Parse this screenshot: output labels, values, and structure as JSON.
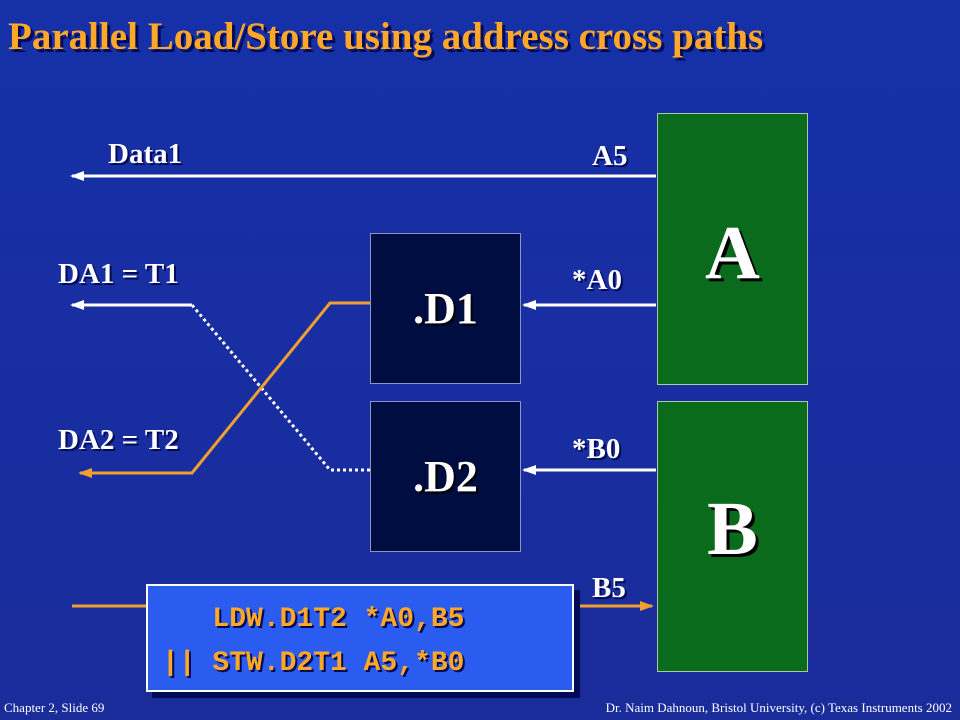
{
  "title": "Parallel Load/Store using address cross paths",
  "labels": {
    "data1": "Data1",
    "da1": "DA1 = T1",
    "da2": "DA2 = T2",
    "a5": "A5",
    "a0": "*A0",
    "b0": "*B0",
    "b5": "B5"
  },
  "units": {
    "d1": ".D1",
    "d2": ".D2"
  },
  "register_files": {
    "a": "A",
    "b": "B"
  },
  "code": {
    "line1": "   LDW.D1T2 *A0,B5",
    "line2": "|| STW.D2T1 A5,*B0"
  },
  "footer": {
    "left": "Chapter 2, Slide 69",
    "right": "Dr. Naim Dahnoun, Bristol University,  (c) Texas Instruments 2002"
  },
  "colors": {
    "background": "#1a2fa0",
    "title": "#ffa726",
    "wire_white": "#ffffff",
    "wire_orange": "#f0a030",
    "unit_fill": "#000d40",
    "regfile_fill": "#0b6b1c",
    "code_fill": "#2a5cf0"
  }
}
